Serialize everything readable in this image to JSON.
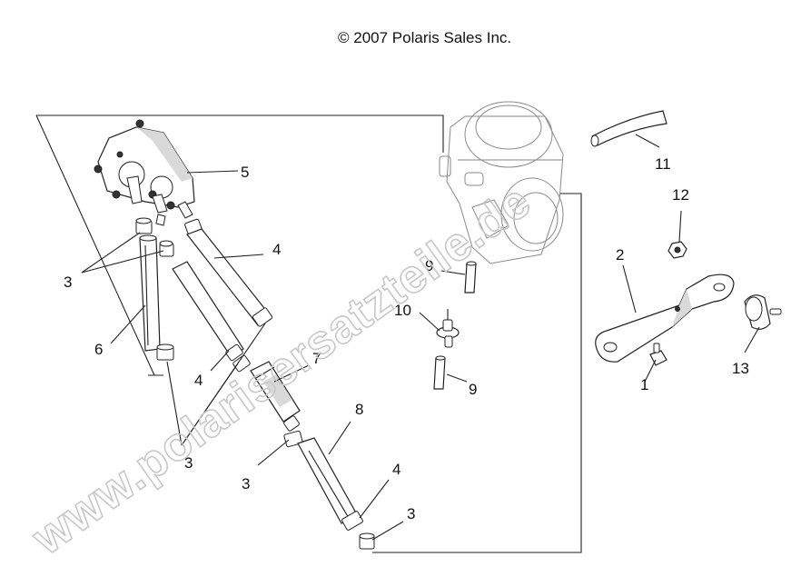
{
  "copyright": "© 2007 Polaris Sales Inc.",
  "watermark": "www.polarisersatzteile.de",
  "callouts": [
    {
      "label": "1"
    },
    {
      "label": "2"
    },
    {
      "label": "3"
    },
    {
      "label": "3"
    },
    {
      "label": "3"
    },
    {
      "label": "3"
    },
    {
      "label": "4"
    },
    {
      "label": "4"
    },
    {
      "label": "4"
    },
    {
      "label": "5"
    },
    {
      "label": "6"
    },
    {
      "label": "7"
    },
    {
      "label": "8"
    },
    {
      "label": "9"
    },
    {
      "label": "9"
    },
    {
      "label": "10"
    },
    {
      "label": "11"
    },
    {
      "label": "12"
    },
    {
      "label": "13"
    }
  ]
}
